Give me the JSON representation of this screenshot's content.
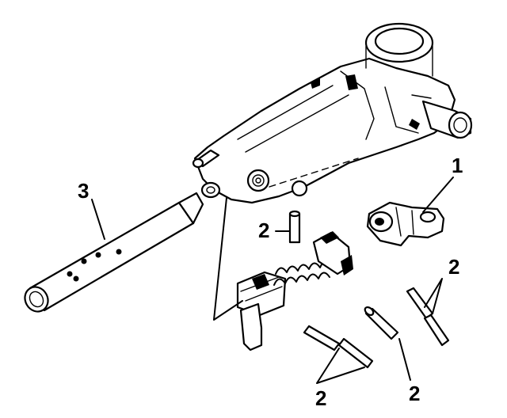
{
  "callouts": [
    {
      "id": "housing-bracket",
      "text": "1"
    },
    {
      "id": "spring-pin-upper",
      "text": "2"
    },
    {
      "id": "spring-pins-right",
      "text": "2"
    },
    {
      "id": "spring-pin-middle",
      "text": "2"
    },
    {
      "id": "spring-pins-lower-left",
      "text": "2"
    },
    {
      "id": "shift-rail",
      "text": "3"
    }
  ]
}
